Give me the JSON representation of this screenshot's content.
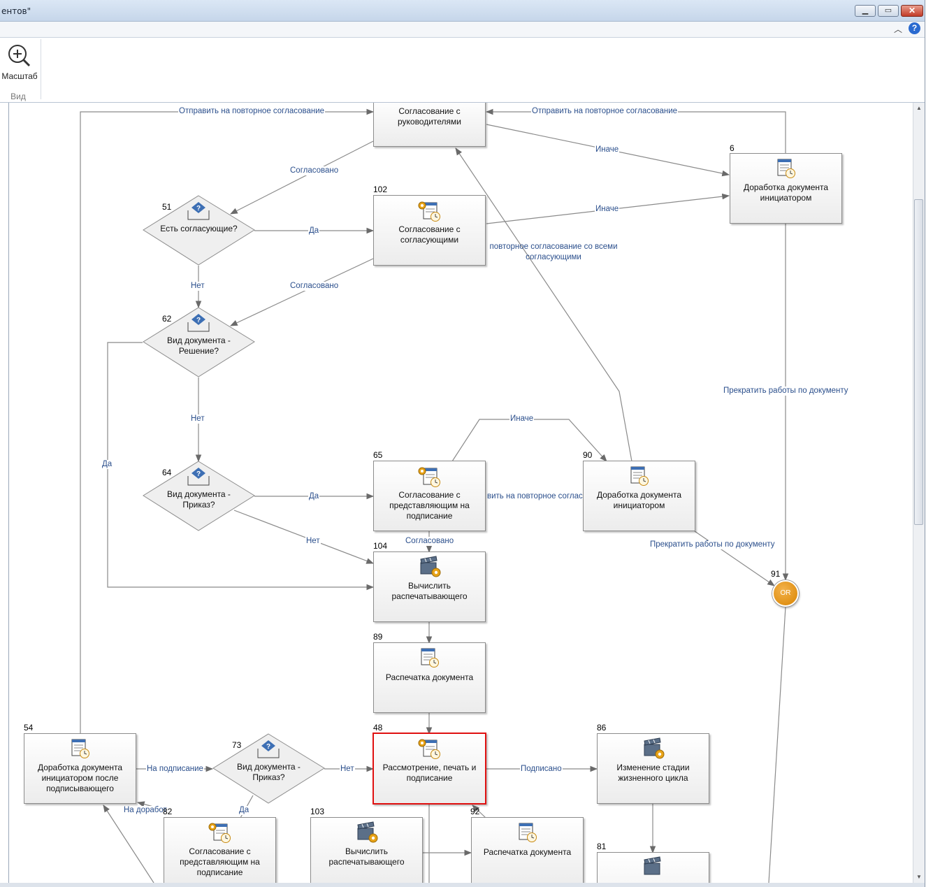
{
  "window": {
    "title": "ентов\""
  },
  "ribbon": {
    "zoom_label": "Масштаб",
    "group_label": "Вид"
  },
  "nodes": {
    "n_top": {
      "id": "",
      "text": "Согласование с руководителями"
    },
    "n6": {
      "id": "6",
      "text": "Доработка документа инициатором"
    },
    "n102": {
      "id": "102",
      "text": "Согласование с согласующими"
    },
    "n51": {
      "id": "51",
      "text": "Есть согласующие?"
    },
    "n62": {
      "id": "62",
      "text": "Вид документа - Решение?"
    },
    "n64": {
      "id": "64",
      "text": "Вид документа - Приказ?"
    },
    "n65": {
      "id": "65",
      "text": "Согласование с представляющим на подписание"
    },
    "n90": {
      "id": "90",
      "text": "Доработка документа инициатором"
    },
    "n104": {
      "id": "104",
      "text": "Вычислить распечатывающего"
    },
    "n91": {
      "id": "91",
      "text": "OR"
    },
    "n89": {
      "id": "89",
      "text": "Распечатка документа"
    },
    "n54": {
      "id": "54",
      "text": "Доработка документа инициатором после подписывающего"
    },
    "n73": {
      "id": "73",
      "text": "Вид документа - Приказ?"
    },
    "n48": {
      "id": "48",
      "text": "Рассмотрение, печать и подписание"
    },
    "n86": {
      "id": "86",
      "text": "Изменение стадии жизненного цикла"
    },
    "n82": {
      "id": "82",
      "text": "Согласование с представляющим на подписание"
    },
    "n103": {
      "id": "103",
      "text": "Вычислить распечатывающего"
    },
    "n92": {
      "id": "92",
      "text": "Распечатка документа"
    },
    "n81": {
      "id": "81",
      "text": ""
    }
  },
  "edges": {
    "resend_left": "Отправить на повторное согласование",
    "resend_right": "Отправить на повторное согласование",
    "inache_1": "Иначе",
    "inache_2": "Иначе",
    "soglasovano_1": "Согласовано",
    "da_1": "Да",
    "resend_all": "повторное согласование со всеми согласующими",
    "soglasovano_2": "Согласовано",
    "net_1": "Нет",
    "stop_1": "Прекратить работы по документу",
    "net_2": "Нет",
    "inache_3": "Иначе",
    "da_2": "Да",
    "da_3": "Да",
    "resend_partial": "вить на повторное согласо",
    "net_3": "Нет",
    "soglasovano_3": "Согласовано",
    "stop_2": "Прекратить работы по документу",
    "na_podpisanie": "На подписание",
    "net_4": "Нет",
    "podpisano": "Подписано",
    "na_dorabotku": "На доработ",
    "da_4": "Да"
  },
  "colors": {
    "selection": "#e01010",
    "edge_label": "#2b4f8c",
    "or_node": "#e8950f"
  }
}
